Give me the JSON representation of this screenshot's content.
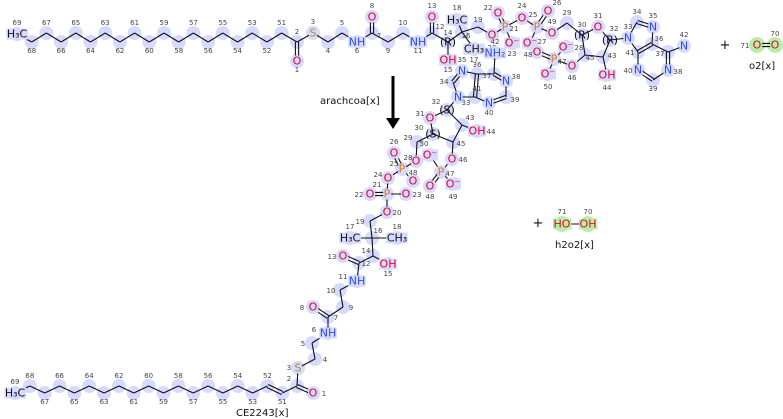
{
  "reaction": {
    "reactant_main_label": "arachcoa[x]",
    "reactant_side_label": "o2[x]",
    "product_main_label": "CE2243[x]",
    "product_side_label": "h2o2[x]",
    "plus_top": "+",
    "plus_bottom": "+"
  },
  "colors": {
    "O": "#e8002a",
    "N": "#2a4cf0",
    "S": "#a09a20",
    "P": "#e07810",
    "C": "#111111",
    "highlight": "#d6daff",
    "side_highlight": "#b6f0a8"
  },
  "molecules": {
    "arachcoa": {
      "atoms": {
        "69": {
          "n": "69",
          "l": "H₃C"
        },
        "68": {
          "n": "68",
          "l": ""
        },
        "67": {
          "n": "67",
          "l": ""
        },
        "66": {
          "n": "66",
          "l": ""
        },
        "65": {
          "n": "65",
          "l": ""
        },
        "64": {
          "n": "64",
          "l": ""
        },
        "63": {
          "n": "63",
          "l": ""
        },
        "62": {
          "n": "62",
          "l": ""
        },
        "61": {
          "n": "61",
          "l": ""
        },
        "60": {
          "n": "60",
          "l": ""
        },
        "59": {
          "n": "59",
          "l": ""
        },
        "58": {
          "n": "58",
          "l": ""
        },
        "57": {
          "n": "57",
          "l": ""
        },
        "56": {
          "n": "56",
          "l": ""
        },
        "55": {
          "n": "55",
          "l": ""
        },
        "54": {
          "n": "54",
          "l": ""
        },
        "53": {
          "n": "53",
          "l": ""
        },
        "52": {
          "n": "52",
          "l": ""
        },
        "51": {
          "n": "51",
          "l": ""
        },
        "2": {
          "n": "2",
          "l": ""
        },
        "1": {
          "n": "1",
          "l": "O"
        },
        "3": {
          "n": "3",
          "l": "S"
        },
        "4": {
          "n": "4",
          "l": ""
        },
        "5": {
          "n": "5",
          "l": ""
        },
        "6": {
          "n": "6",
          "l": "NH"
        },
        "7": {
          "n": "7",
          "l": ""
        },
        "8": {
          "n": "8",
          "l": "O"
        },
        "9": {
          "n": "9",
          "l": ""
        },
        "10": {
          "n": "10",
          "l": ""
        },
        "11": {
          "n": "11",
          "l": "NH"
        },
        "12": {
          "n": "12",
          "l": ""
        },
        "13": {
          "n": "13",
          "l": "O"
        },
        "14": {
          "n": "14",
          "l": "(R)"
        },
        "15": {
          "n": "15",
          "l": "OH"
        },
        "16": {
          "n": "16",
          "l": ""
        },
        "17": {
          "n": "17",
          "l": "CH₃"
        },
        "18": {
          "n": "18",
          "l": "H₃C"
        },
        "19": {
          "n": "19",
          "l": ""
        },
        "20": {
          "n": "20",
          "l": "O"
        },
        "21": {
          "n": "21",
          "l": "P"
        },
        "22": {
          "n": "22",
          "l": "O"
        },
        "23": {
          "n": "23",
          "l": "O⁻"
        },
        "24": {
          "n": "24",
          "l": "O"
        },
        "25": {
          "n": "25",
          "l": "P"
        },
        "26": {
          "n": "26",
          "l": "O"
        },
        "27": {
          "n": "27",
          "l": "O⁻"
        },
        "49": {
          "n": "49",
          "l": "O"
        },
        "29": {
          "n": "29",
          "l": ""
        },
        "30": {
          "n": "30",
          "l": "(R)"
        },
        "31": {
          "n": "31",
          "l": "O"
        },
        "32": {
          "n": "32",
          "l": "(R)"
        },
        "33": {
          "n": "33",
          "l": "N"
        },
        "34": {
          "n": "34",
          "l": ""
        },
        "35": {
          "n": "35",
          "l": "N"
        },
        "36": {
          "n": "36",
          "l": ""
        },
        "41": {
          "n": "41",
          "l": ""
        },
        "40": {
          "n": "40",
          "l": "N"
        },
        "39": {
          "n": "39",
          "l": ""
        },
        "38": {
          "n": "38",
          "l": "N"
        },
        "37": {
          "n": "37",
          "l": ""
        },
        "42": {
          "n": "42",
          "l": "N"
        },
        "45": {
          "n": "45",
          "l": ""
        },
        "43": {
          "n": "43",
          "l": ""
        },
        "44": {
          "n": "44",
          "l": "OH"
        },
        "46": {
          "n": "46",
          "l": "O"
        },
        "47": {
          "n": "47",
          "l": "P"
        },
        "48": {
          "n": "48",
          "l": "O"
        },
        "28": {
          "n": "28",
          "l": "O⁻"
        },
        "50": {
          "n": "50",
          "l": "O⁻"
        }
      }
    },
    "o2": {
      "atoms": {
        "71": {
          "n": "71",
          "l": "O"
        },
        "70": {
          "n": "70",
          "l": "O"
        }
      }
    },
    "ce2243": {
      "atoms": {
        "69": {
          "n": "69",
          "l": "H₃C"
        },
        "68": {
          "n": "68",
          "l": ""
        },
        "67": {
          "n": "67",
          "l": ""
        },
        "66": {
          "n": "66",
          "l": ""
        },
        "65": {
          "n": "65",
          "l": ""
        },
        "64": {
          "n": "64",
          "l": ""
        },
        "63": {
          "n": "63",
          "l": ""
        },
        "62": {
          "n": "62",
          "l": ""
        },
        "61": {
          "n": "61",
          "l": ""
        },
        "60": {
          "n": "60",
          "l": ""
        },
        "59": {
          "n": "59",
          "l": ""
        },
        "58": {
          "n": "58",
          "l": ""
        },
        "57": {
          "n": "57",
          "l": ""
        },
        "56": {
          "n": "56",
          "l": ""
        },
        "55": {
          "n": "55",
          "l": ""
        },
        "54": {
          "n": "54",
          "l": ""
        },
        "53": {
          "n": "53",
          "l": ""
        },
        "52": {
          "n": "52",
          "l": ""
        },
        "51": {
          "n": "51",
          "l": ""
        },
        "2": {
          "n": "2",
          "l": ""
        },
        "1": {
          "n": "1",
          "l": "O"
        },
        "3": {
          "n": "3",
          "l": "S"
        },
        "4": {
          "n": "4",
          "l": ""
        },
        "5": {
          "n": "5",
          "l": ""
        },
        "6": {
          "n": "6",
          "l": "NH"
        },
        "7": {
          "n": "7",
          "l": ""
        },
        "8": {
          "n": "8",
          "l": "O"
        },
        "9": {
          "n": "9",
          "l": ""
        },
        "10": {
          "n": "10",
          "l": ""
        },
        "11": {
          "n": "11",
          "l": "NH"
        },
        "12": {
          "n": "12",
          "l": ""
        },
        "13": {
          "n": "13",
          "l": "O"
        },
        "14": {
          "n": "14",
          "l": ""
        },
        "15": {
          "n": "15",
          "l": "OH"
        },
        "16": {
          "n": "16",
          "l": ""
        },
        "17": {
          "n": "17",
          "l": "H₃C"
        },
        "18": {
          "n": "18",
          "l": "CH₃"
        },
        "19": {
          "n": "19",
          "l": ""
        },
        "20": {
          "n": "20",
          "l": "O"
        },
        "21": {
          "n": "21",
          "l": "P"
        },
        "22": {
          "n": "22",
          "l": "O"
        },
        "23": {
          "n": "23",
          "l": "O"
        },
        "24": {
          "n": "24",
          "l": "O"
        },
        "25": {
          "n": "25",
          "l": "P"
        },
        "26": {
          "n": "26",
          "l": "O"
        },
        "48": {
          "n": "48",
          "l": "O"
        },
        "28": {
          "n": "28",
          "l": "O"
        },
        "29": {
          "n": "29",
          "l": ""
        },
        "30": {
          "n": "30",
          "l": "(S)"
        },
        "31": {
          "n": "31",
          "l": "O"
        },
        "32": {
          "n": "32",
          "l": "(S)"
        },
        "45": {
          "n": "45",
          "l": ""
        },
        "43": {
          "n": "43",
          "l": ""
        },
        "44": {
          "n": "44",
          "l": "OH"
        },
        "46": {
          "n": "46",
          "l": "O"
        },
        "47": {
          "n": "47",
          "l": "P"
        },
        "50": {
          "n": "50",
          "l": "O⁻"
        },
        "49": {
          "n": "49",
          "l": "O⁻"
        },
        "48b": {
          "n": "48",
          "l": "O"
        },
        "33": {
          "n": "33",
          "l": "N"
        },
        "34": {
          "n": "34",
          "l": ""
        },
        "35": {
          "n": "35",
          "l": "N"
        },
        "36": {
          "n": "36",
          "l": ""
        },
        "41": {
          "n": "41",
          "l": ""
        },
        "37": {
          "n": "37",
          "l": ""
        },
        "42": {
          "n": "42",
          "l": "NH₂"
        },
        "38": {
          "n": "38",
          "l": "N"
        },
        "39": {
          "n": "39",
          "l": ""
        },
        "40": {
          "n": "40",
          "l": "N"
        }
      }
    },
    "h2o2": {
      "atoms": {
        "71": {
          "n": "71",
          "l": "HO"
        },
        "70": {
          "n": "70",
          "l": "OH"
        }
      }
    }
  }
}
